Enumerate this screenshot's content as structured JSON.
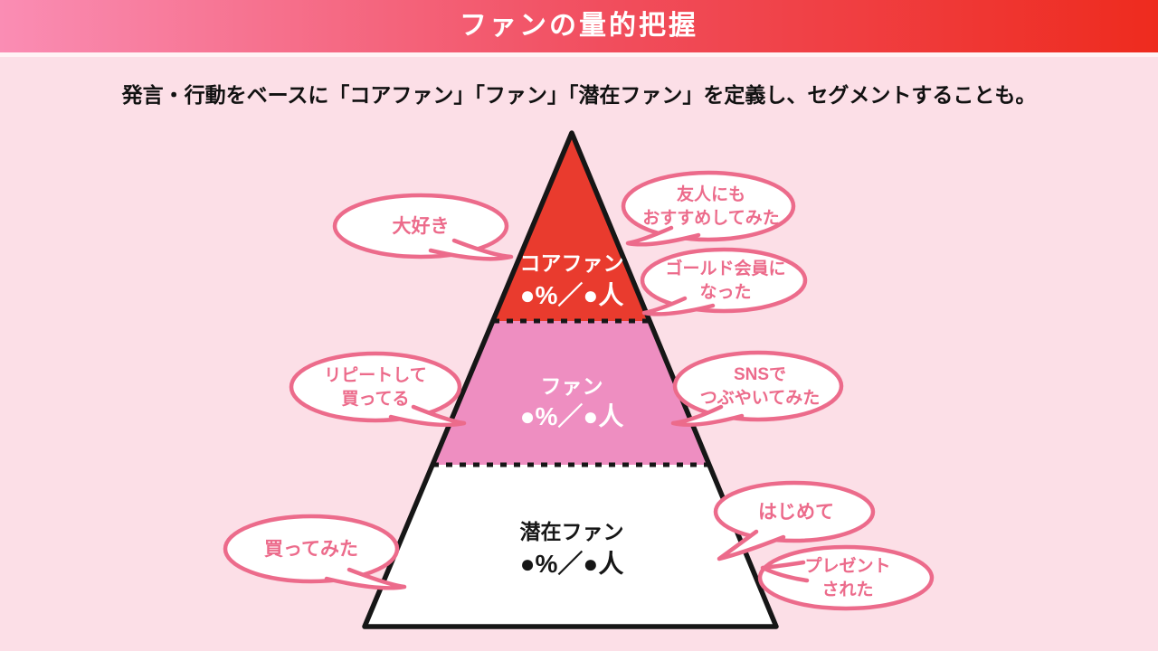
{
  "banner": {
    "title": "ファンの量的把握"
  },
  "subtitle": "発言・行動をベースに「コアファン」「ファン」「潜在ファン」を定義し、セグメントすることも。",
  "pyramid": {
    "levels": [
      {
        "id": "core-fan",
        "name": "コアファン",
        "value": "●%／●人",
        "color": "#e93b2e"
      },
      {
        "id": "fan",
        "name": "ファン",
        "value": "●%／●人",
        "color": "#ee8ec1"
      },
      {
        "id": "potential-fan",
        "name": "潜在ファン",
        "value": "●%／●人",
        "color": "#ffffff"
      }
    ]
  },
  "bubbles": [
    {
      "id": "loved-it",
      "lines": [
        "大好き"
      ]
    },
    {
      "id": "recommended-to-friends",
      "lines": [
        "友人にも",
        "おすすめしてみた"
      ]
    },
    {
      "id": "became-gold-member",
      "lines": [
        "ゴールド会員に",
        "なった"
      ]
    },
    {
      "id": "repeat-purchase",
      "lines": [
        "リピートして",
        "買ってる"
      ]
    },
    {
      "id": "tweeted-on-sns",
      "lines": [
        "SNSで",
        "つぶやいてみた"
      ]
    },
    {
      "id": "tried-buying",
      "lines": [
        "買ってみた"
      ]
    },
    {
      "id": "first-time",
      "lines": [
        "はじめて"
      ]
    },
    {
      "id": "received-gift",
      "lines": [
        "プレゼント",
        "された"
      ]
    }
  ],
  "colors": {
    "background": "#fcdfe7",
    "banner_gradient_left": "#fa8db4",
    "banner_gradient_right": "#ee2b1e",
    "pyramid_outline": "#161616",
    "bubble_pink": "#ec6b8b",
    "level_text_light": "#ffffff",
    "level_text_dark": "#161616"
  }
}
